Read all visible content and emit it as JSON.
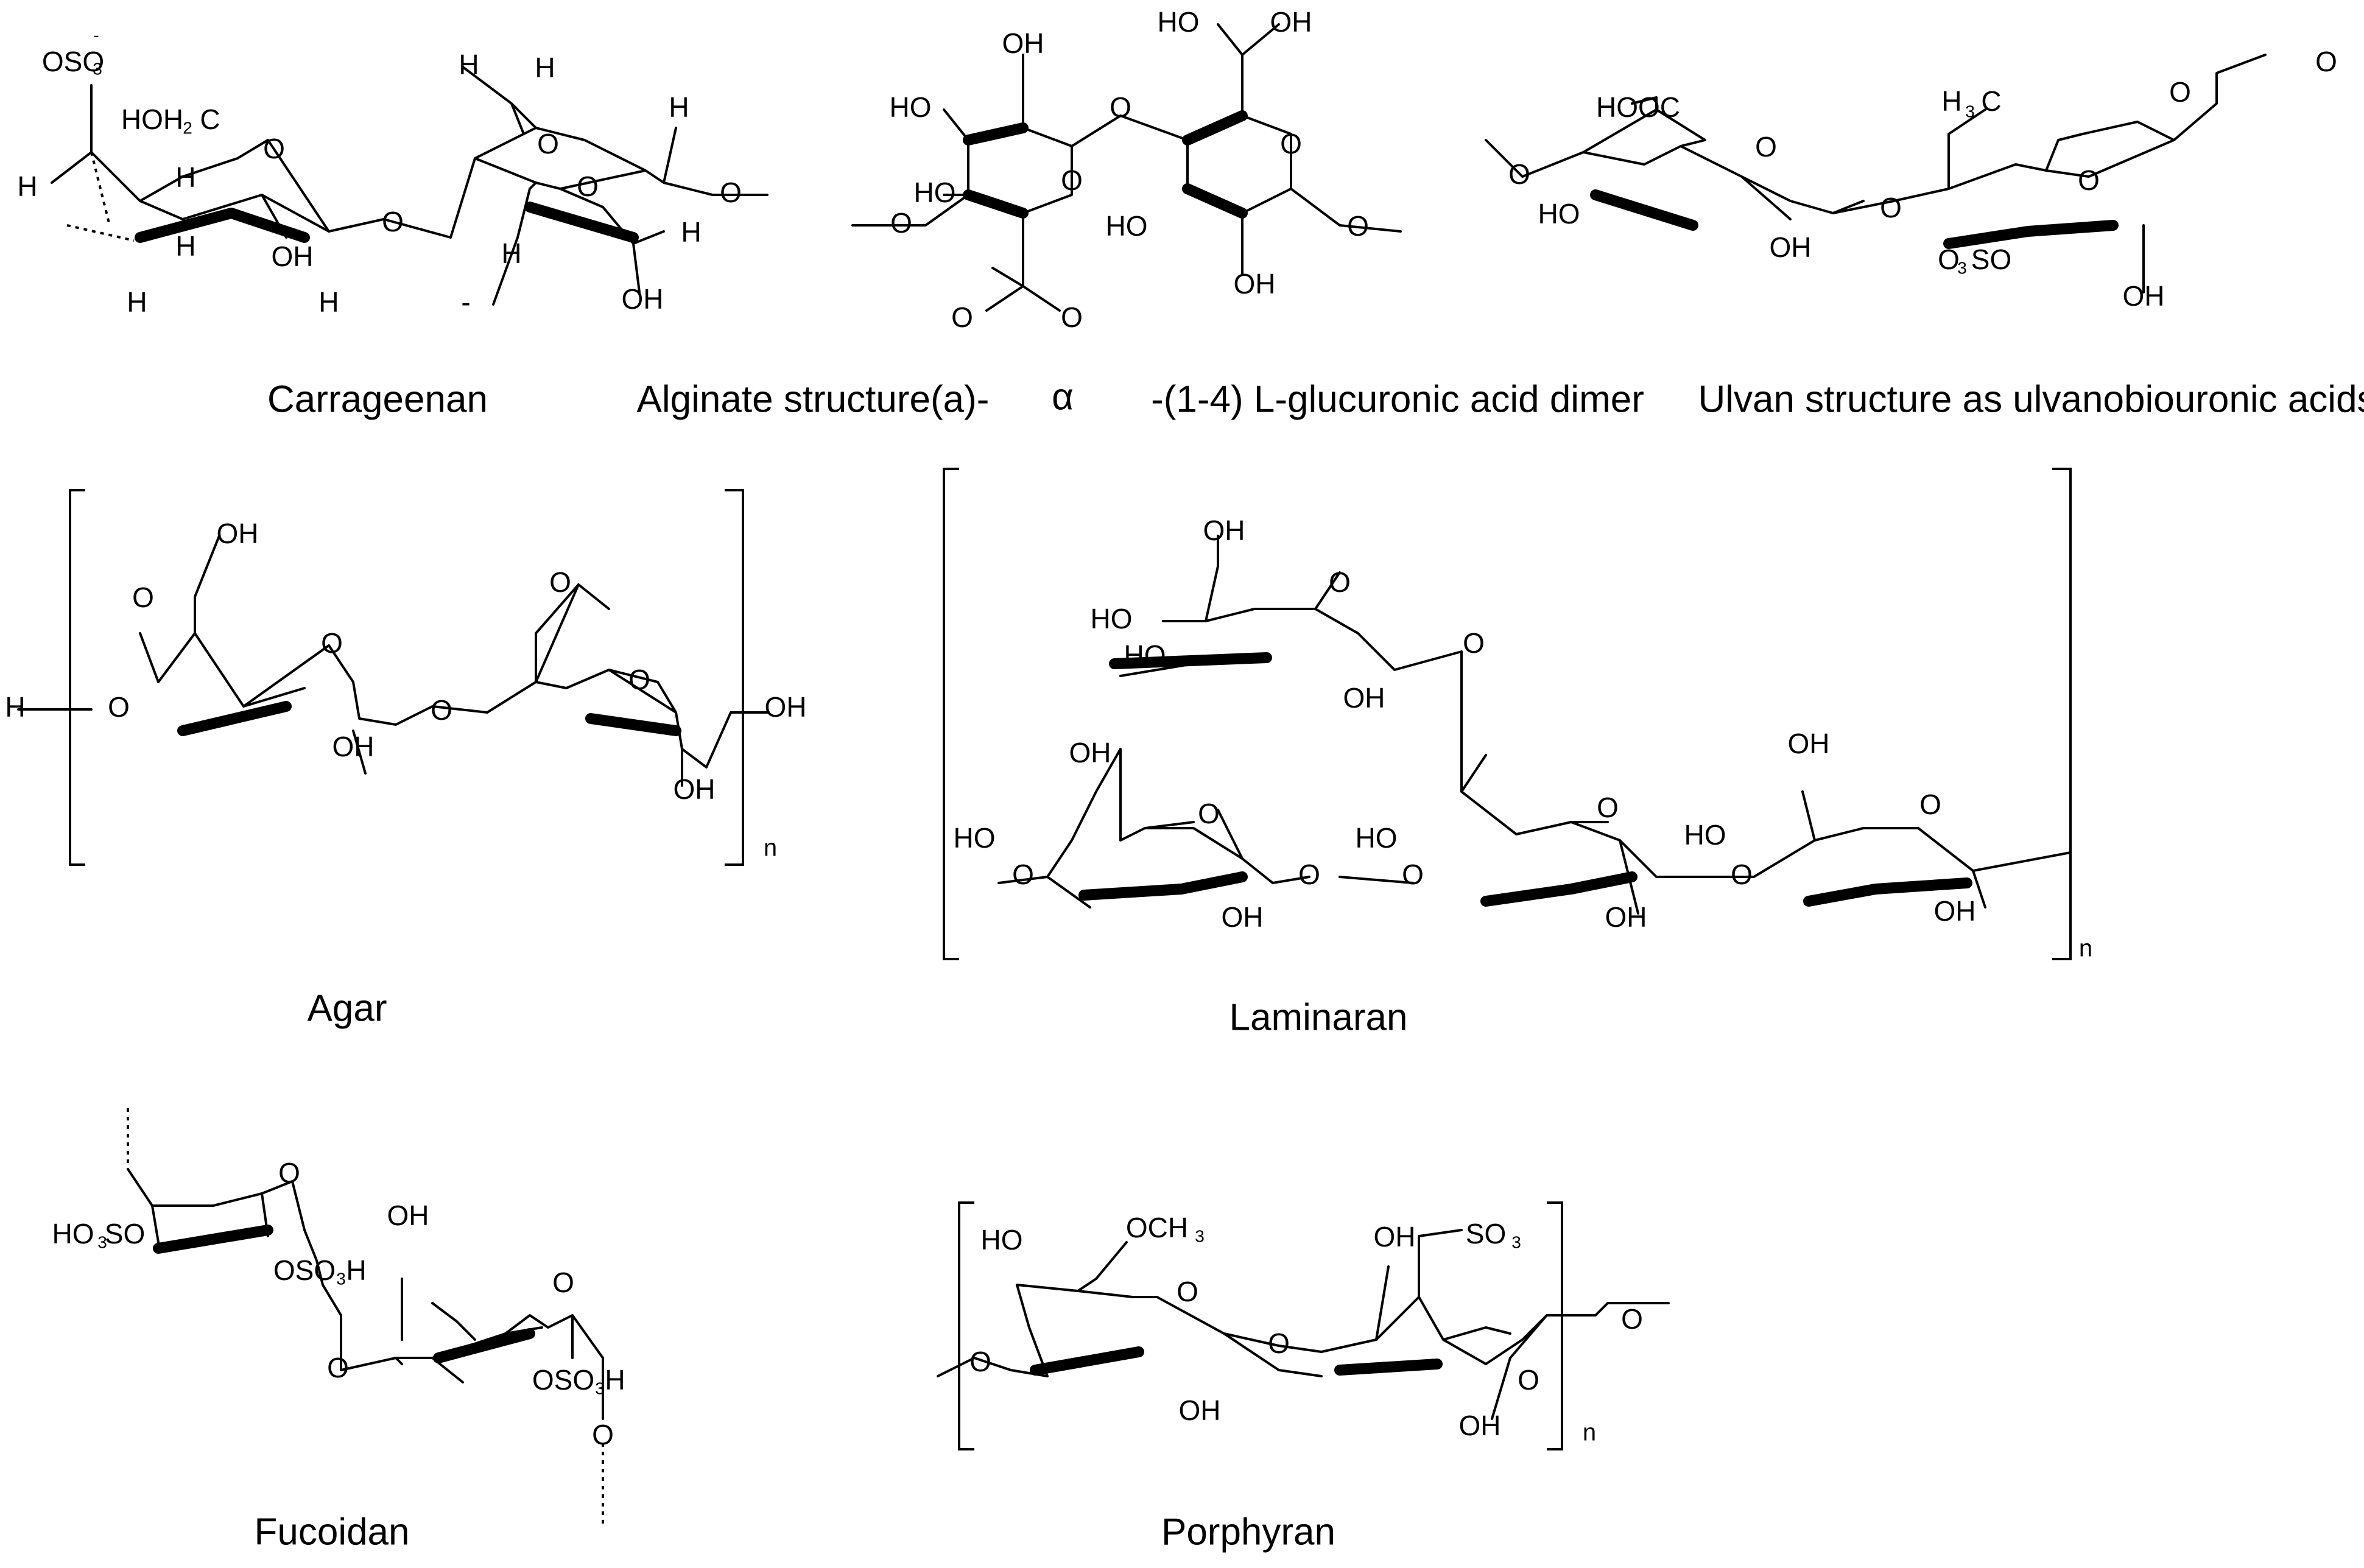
{
  "captions": {
    "carrageenan": "Carrageenan",
    "alginate_prefix": "Alginate structure(a)-",
    "alginate_alpha": "α",
    "alginate_suffix": "-(1-4) L-glucuronic acid dimer",
    "ulvan": "Ulvan structure as ulvanobiouronic acids",
    "agar": "Agar",
    "laminaran": "Laminaran",
    "fucoidan": "Fucoidan",
    "porphyran": "Porphyran"
  },
  "repeat_label": "n",
  "atoms": {
    "carrageenan": [
      "OSO",
      "HOH",
      "C",
      "H",
      "H",
      "O",
      "OH",
      "H",
      "O",
      "H",
      "H",
      "H",
      "O",
      "O",
      "H",
      "H",
      "OH",
      "H",
      "O",
      "H",
      "-"
    ],
    "alginate": [
      "OH",
      "HO",
      "HO",
      "O",
      "O",
      "O",
      "HO",
      "O",
      "O",
      "HO",
      "OH",
      "O",
      "OH",
      "O"
    ],
    "ulvan": [
      "HOOC",
      "O",
      "O",
      "HO",
      "OH",
      "O",
      "H",
      "C",
      "O",
      "O",
      "O",
      "SO",
      "OH",
      "O"
    ],
    "agar": [
      "OH",
      "O",
      "O",
      "O",
      "H",
      "O",
      "OH",
      "O",
      "O",
      "OH",
      "OH"
    ],
    "laminaran": [
      "OH",
      "HO",
      "O",
      "HO",
      "OH",
      "O",
      "OH",
      "HO",
      "O",
      "O",
      "OH",
      "O",
      "HO",
      "O",
      "O",
      "OH",
      "O",
      "OH",
      "HO",
      "O",
      "OH"
    ],
    "fucoidan": [
      "HO",
      "SO",
      "O",
      "OSO",
      "H",
      "OH",
      "O",
      "O",
      "OSO",
      "H",
      "O"
    ],
    "porphyran": [
      "HO",
      "OCH",
      "O",
      "O",
      "OH",
      "O",
      "OH",
      "SO",
      "O",
      "OH",
      "O"
    ]
  }
}
